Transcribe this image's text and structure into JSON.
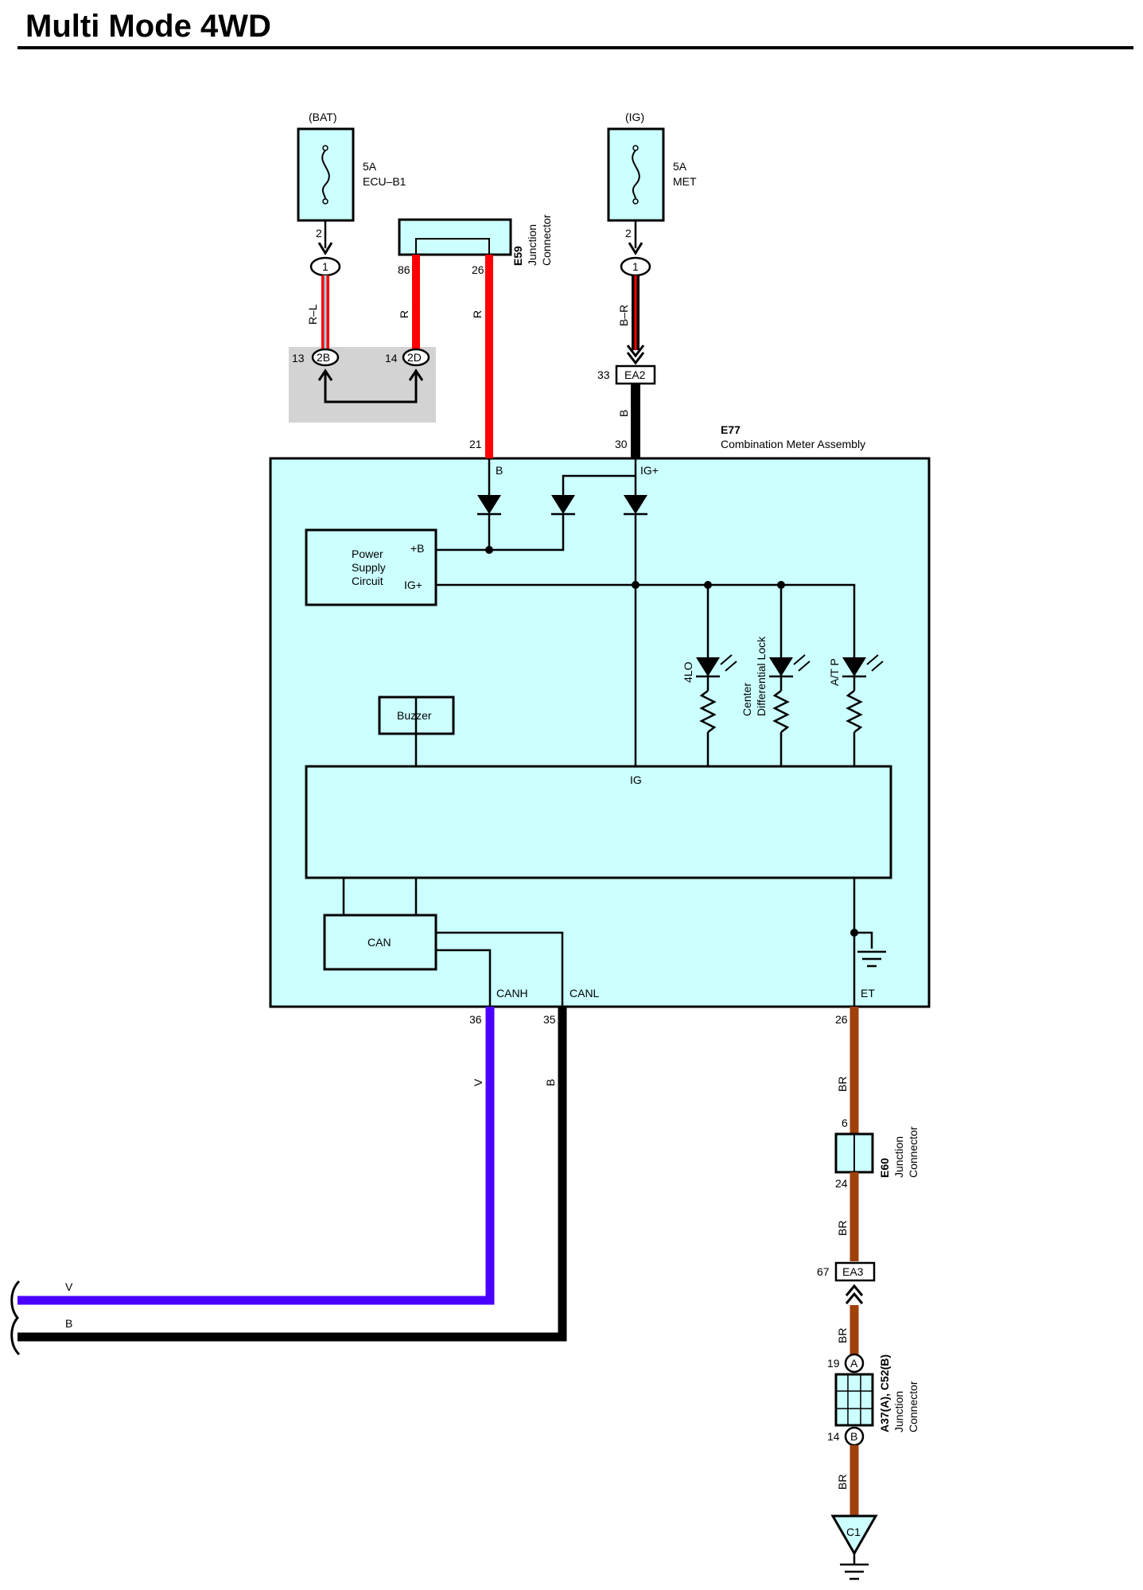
{
  "title": "Multi Mode 4WD",
  "colors": {
    "box_fill": "#ccffff",
    "shade": "#d3d3d3",
    "wire_red": "#ff0000",
    "wire_black": "#000000",
    "wire_violet": "#4a00ff",
    "wire_brown": "#a0410a",
    "wire_rl_stripe": "#9ecfe6"
  },
  "sources": {
    "bat": {
      "label": "(BAT)",
      "fuse_amp": "5A",
      "fuse_name": "ECU–B1",
      "icon": "fuse-icon"
    },
    "ig": {
      "label": "(IG)",
      "fuse_amp": "5A",
      "fuse_name": "MET",
      "icon": "fuse-icon"
    }
  },
  "junction_e59": {
    "code": "E59",
    "line1": "Junction",
    "line2": "Connector",
    "pin_left": "86",
    "pin_right": "26"
  },
  "junction_e60": {
    "code": "E60",
    "line1": "Junction",
    "line2": "Connector",
    "pin_top": "6",
    "pin_bottom": "24"
  },
  "junction_a37": {
    "code": "A37(A), C52(B)",
    "line1": "Junction",
    "line2": "Connector",
    "pin_top": "19",
    "pin_top_letter": "A",
    "pin_bottom": "14",
    "pin_bottom_letter": "B"
  },
  "pins": {
    "bat_fuse_out": "2",
    "bat_conn": "1",
    "ig_fuse_out": "2",
    "ig_conn": "1",
    "p13": "13",
    "c2B": "2B",
    "p14": "14",
    "c2D": "2D",
    "p33": "33",
    "ea2": "EA2",
    "p21": "21",
    "p30": "30",
    "p36": "36",
    "p35": "35",
    "p26": "26",
    "p67": "67",
    "ea3": "EA3",
    "ground": "C1"
  },
  "wires": {
    "rl": "R–L",
    "r1": "R",
    "r2": "R",
    "br_ig": "B–R",
    "b_ig": "B",
    "v": "V",
    "b": "B",
    "br1": "BR",
    "br2": "BR",
    "br3": "BR",
    "br4": "BR",
    "v_left": "V",
    "b_left": "B"
  },
  "meter": {
    "code": "E77",
    "name": "Combination Meter Assembly",
    "term_b": "B",
    "term_ig": "IG+",
    "power_line1": "Power",
    "power_line2": "Supply",
    "power_line3": "Circuit",
    "power_plus_b": "+B",
    "power_ig": "IG+",
    "buzzer": "Buzzer",
    "ig_label": "IG",
    "can": "CAN",
    "canh": "CANH",
    "canl": "CANL",
    "et": "ET",
    "led_4lo": "4LO",
    "led_center_1": "Center",
    "led_center_2": "Differential Lock",
    "led_atp": "A/T P"
  }
}
